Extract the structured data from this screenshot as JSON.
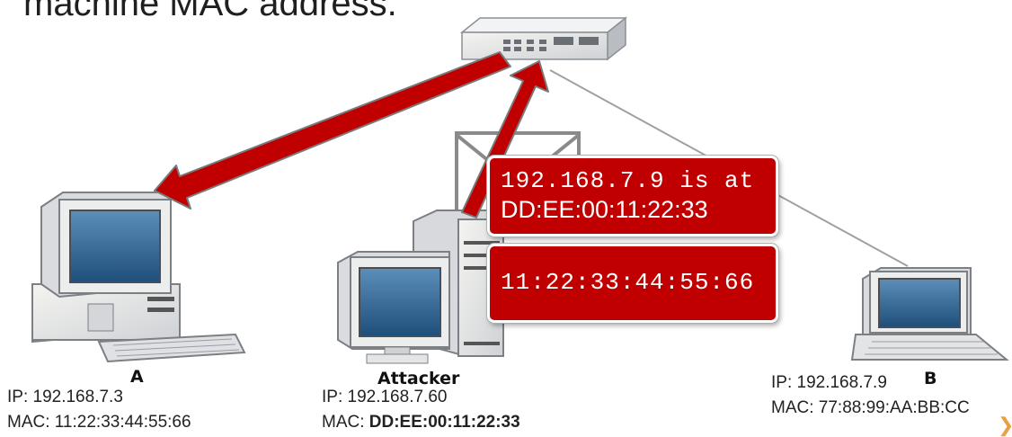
{
  "slide": {
    "heading_fragment": "machine MAC address."
  },
  "hosts": {
    "a": {
      "name": "A",
      "ip": "IP: 192.168.7.3",
      "mac": "MAC: 11:22:33:44:55:66"
    },
    "attacker": {
      "name": "Attacker",
      "ip": "IP: 192.168.7.60",
      "mac_prefix": "MAC: ",
      "mac_value": "DD:EE:00:11:22:33"
    },
    "b": {
      "name": "B",
      "ip": "IP: 192.168.7.9",
      "mac": "MAC: 77:88:99:AA:BB:CC"
    }
  },
  "messages": {
    "reply_line1": "192.168.7.9 is at",
    "reply_line2": "DD:EE:00:11:22:33",
    "reply2": "11:22:33:44:55:66"
  },
  "colors": {
    "arrow": "#c00000",
    "bubble": "#c00000",
    "link": "#a0a0a0",
    "next": "#e8a040"
  },
  "icons": {
    "next": "chevron-right-icon"
  }
}
